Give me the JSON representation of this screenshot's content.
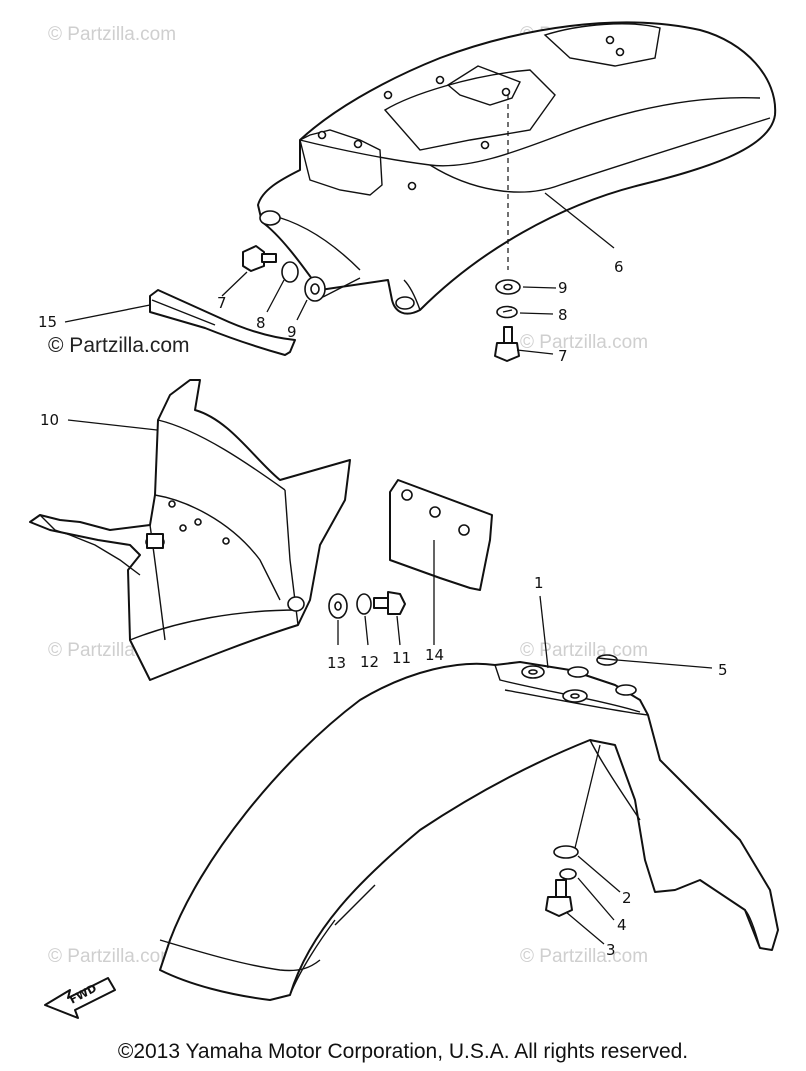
{
  "watermarks": {
    "top_left": "© Partzilla.com",
    "top_right": "© Partzilla.com",
    "mid_left_dark": "© Partzilla.com",
    "mid_right": "© Partzilla.com",
    "center": "© Partzilla.com",
    "center_right": "© Partzilla.com",
    "bottom_left": "© Partzilla.com",
    "bottom_right": "© Partzilla.com"
  },
  "callouts": {
    "c1": "1",
    "c2": "2",
    "c3": "3",
    "c4": "4",
    "c5": "5",
    "c6": "6",
    "c7a": "7",
    "c7b": "7",
    "c8a": "8",
    "c8b": "8",
    "c9a": "9",
    "c9b": "9",
    "c10": "10",
    "c11": "11",
    "c12": "12",
    "c13": "13",
    "c14": "14",
    "c15": "15"
  },
  "fwd_label": "FWD",
  "copyright": "©2013  Yamaha Motor Corporation, U.S.A. All rights reserved."
}
